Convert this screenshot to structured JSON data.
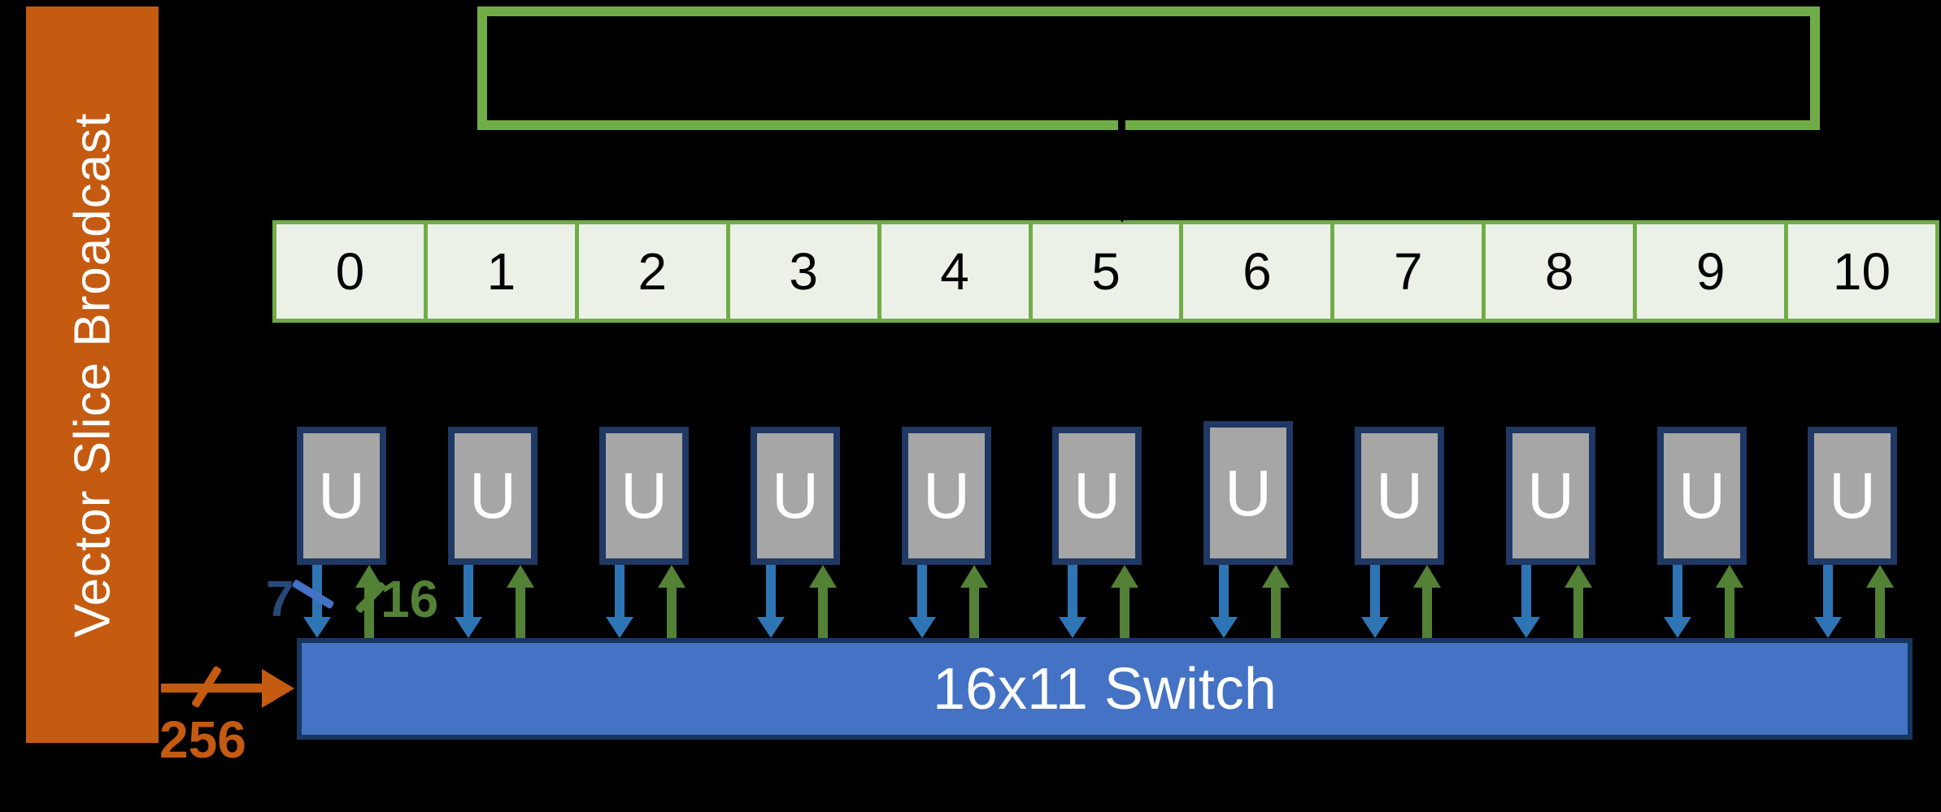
{
  "sidebar": {
    "label": "Vector Slice Broadcast",
    "color": "#C55A11"
  },
  "broadcast_box": {
    "border_color": "#70AD47"
  },
  "slice_cells": {
    "labels": [
      "0",
      "1",
      "2",
      "3",
      "4",
      "5",
      "6",
      "7",
      "8",
      "9",
      "10"
    ],
    "fill": "#ECF1E8",
    "border_color": "#70AD47"
  },
  "units": {
    "labels": [
      "U",
      "U",
      "U",
      "U",
      "U",
      "U",
      "U",
      "U",
      "U",
      "U",
      "U"
    ],
    "fill": "#A6A6A6",
    "border_color": "#1F3864"
  },
  "switch": {
    "label": "16x11 Switch",
    "fill": "#4472C4",
    "border_color": "#17375E"
  },
  "annotations": {
    "down_bus_width": "7",
    "up_bus_width": "16",
    "broadcast_bus_width": "256",
    "down_arrow_color": "#2E75B6",
    "up_arrow_color": "#538135",
    "broadcast_arrow_color": "#C55A11",
    "down_label_color": "#27497A"
  }
}
